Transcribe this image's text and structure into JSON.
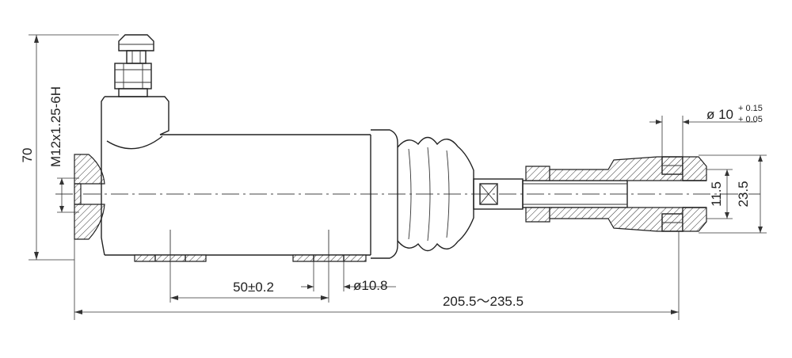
{
  "drawing": {
    "dimensions": {
      "overall_height": "70",
      "thread": "M12x1.25-6H",
      "mount_spacing": "50±0.2",
      "mount_hole": "ø10.8",
      "overall_length": "205.5～235.5",
      "pin_diameter": "ø 10",
      "pin_tol_upper": "+ 0.15",
      "pin_tol_lower": "+ 0.05",
      "clevis_inner": "11.5",
      "clevis_outer": "23.5"
    }
  }
}
